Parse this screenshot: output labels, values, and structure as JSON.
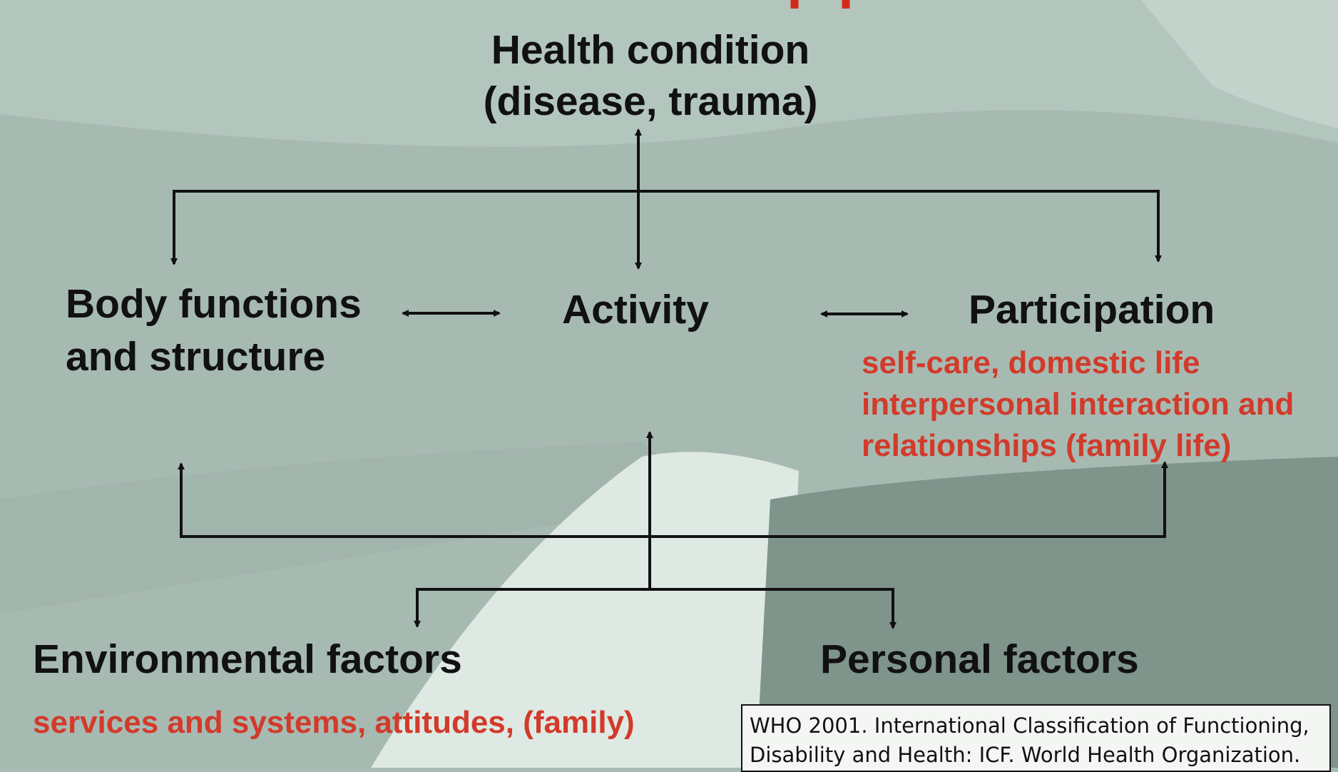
{
  "top_accent_color": "#d42a1e",
  "accent_text_color": "#d23a2a",
  "health_condition": {
    "line1": "Health condition",
    "line2": "(disease, trauma)"
  },
  "body_functions": {
    "line1": "Body functions",
    "line2": "and structure"
  },
  "activity": "Activity",
  "participation": {
    "title": "Participation",
    "details": [
      "self-care, domestic life",
      "interpersonal interaction and",
      "relationships (family life)"
    ]
  },
  "environmental_factors": {
    "title": "Environmental factors",
    "details": "services and systems, attitudes, (family)"
  },
  "personal_factors": "Personal factors",
  "citation": {
    "line1": "WHO 2001. International Classification of Functioning,",
    "line2": "Disability and Health: ICF. World Health Organization."
  }
}
